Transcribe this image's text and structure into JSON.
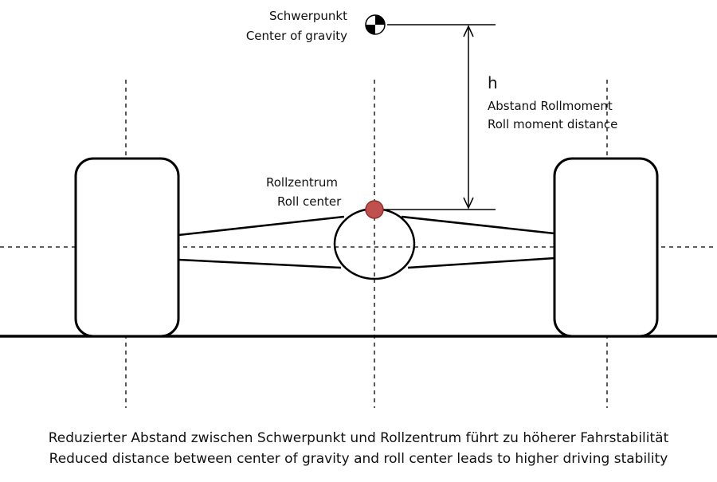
{
  "labels": {
    "cog_de": "Schwerpunkt",
    "cog_en": "Center of gravity",
    "h_symbol": "h",
    "h_de": "Abstand Rollmoment",
    "h_en": "Roll moment distance",
    "rc_de": "Rollzentrum",
    "rc_en": "Roll center"
  },
  "caption": {
    "de": "Reduzierter Abstand zwischen Schwerpunkt und Rollzentrum führt zu höherer Fahrstabilität",
    "en": "Reduced distance between center of gravity and roll center leads to higher driving stability"
  },
  "colors": {
    "roll_center": "#c0504d",
    "stroke": "#000000"
  }
}
